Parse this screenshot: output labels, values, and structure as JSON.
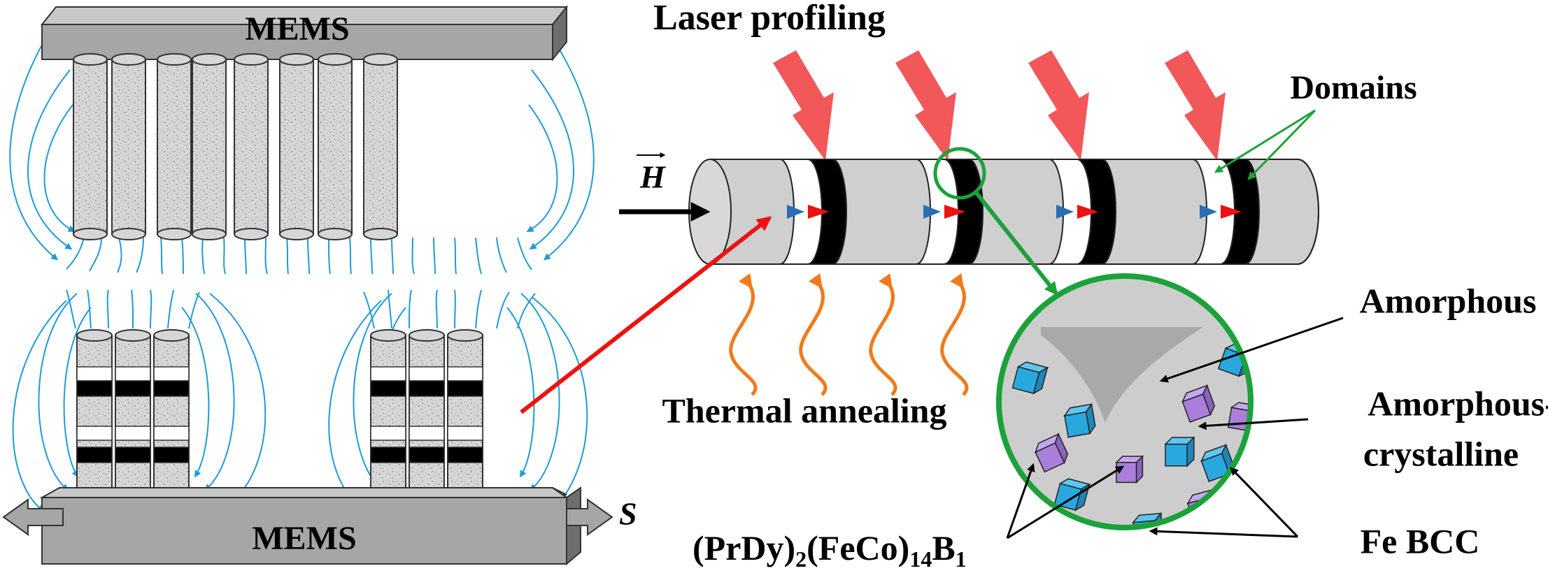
{
  "labels": {
    "mems_top": "MEMS",
    "mems_bottom": "MEMS",
    "laser": "Laser profiling",
    "thermal": "Thermal annealing",
    "field": "H",
    "domains": "Domains",
    "amorphous": "Amorphous",
    "amorph_cryst_1": "Amorphous-",
    "amorph_cryst_2": "crystalline",
    "s_label": "S",
    "fe_bcc": "Fe BCC",
    "formula": {
      "open": "(PrDy)",
      "sub1": "2",
      "mid": "(FeCo)",
      "sub2": "14",
      "b": "B",
      "sub3": "1"
    }
  },
  "colors": {
    "mems_face": "#a6a6a6",
    "mems_top": "#c8c8c8",
    "mems_dark": "#6e6e6e",
    "pillar": "#d9d9d9",
    "domain_dark": "#000000",
    "field_lines": "#1f9bd7",
    "laser_arrow": "#f2575a",
    "heat_arrow": "#f07a1c",
    "link_red": "#ee1111",
    "green": "#1ba23a",
    "crystal_blue": "#29a8e0",
    "crystal_purple": "#a97fd9",
    "cylinder": "#cfcfcf",
    "amorphous_fill": "#a9a9a9",
    "circle_fill": "#cdcdcd"
  }
}
